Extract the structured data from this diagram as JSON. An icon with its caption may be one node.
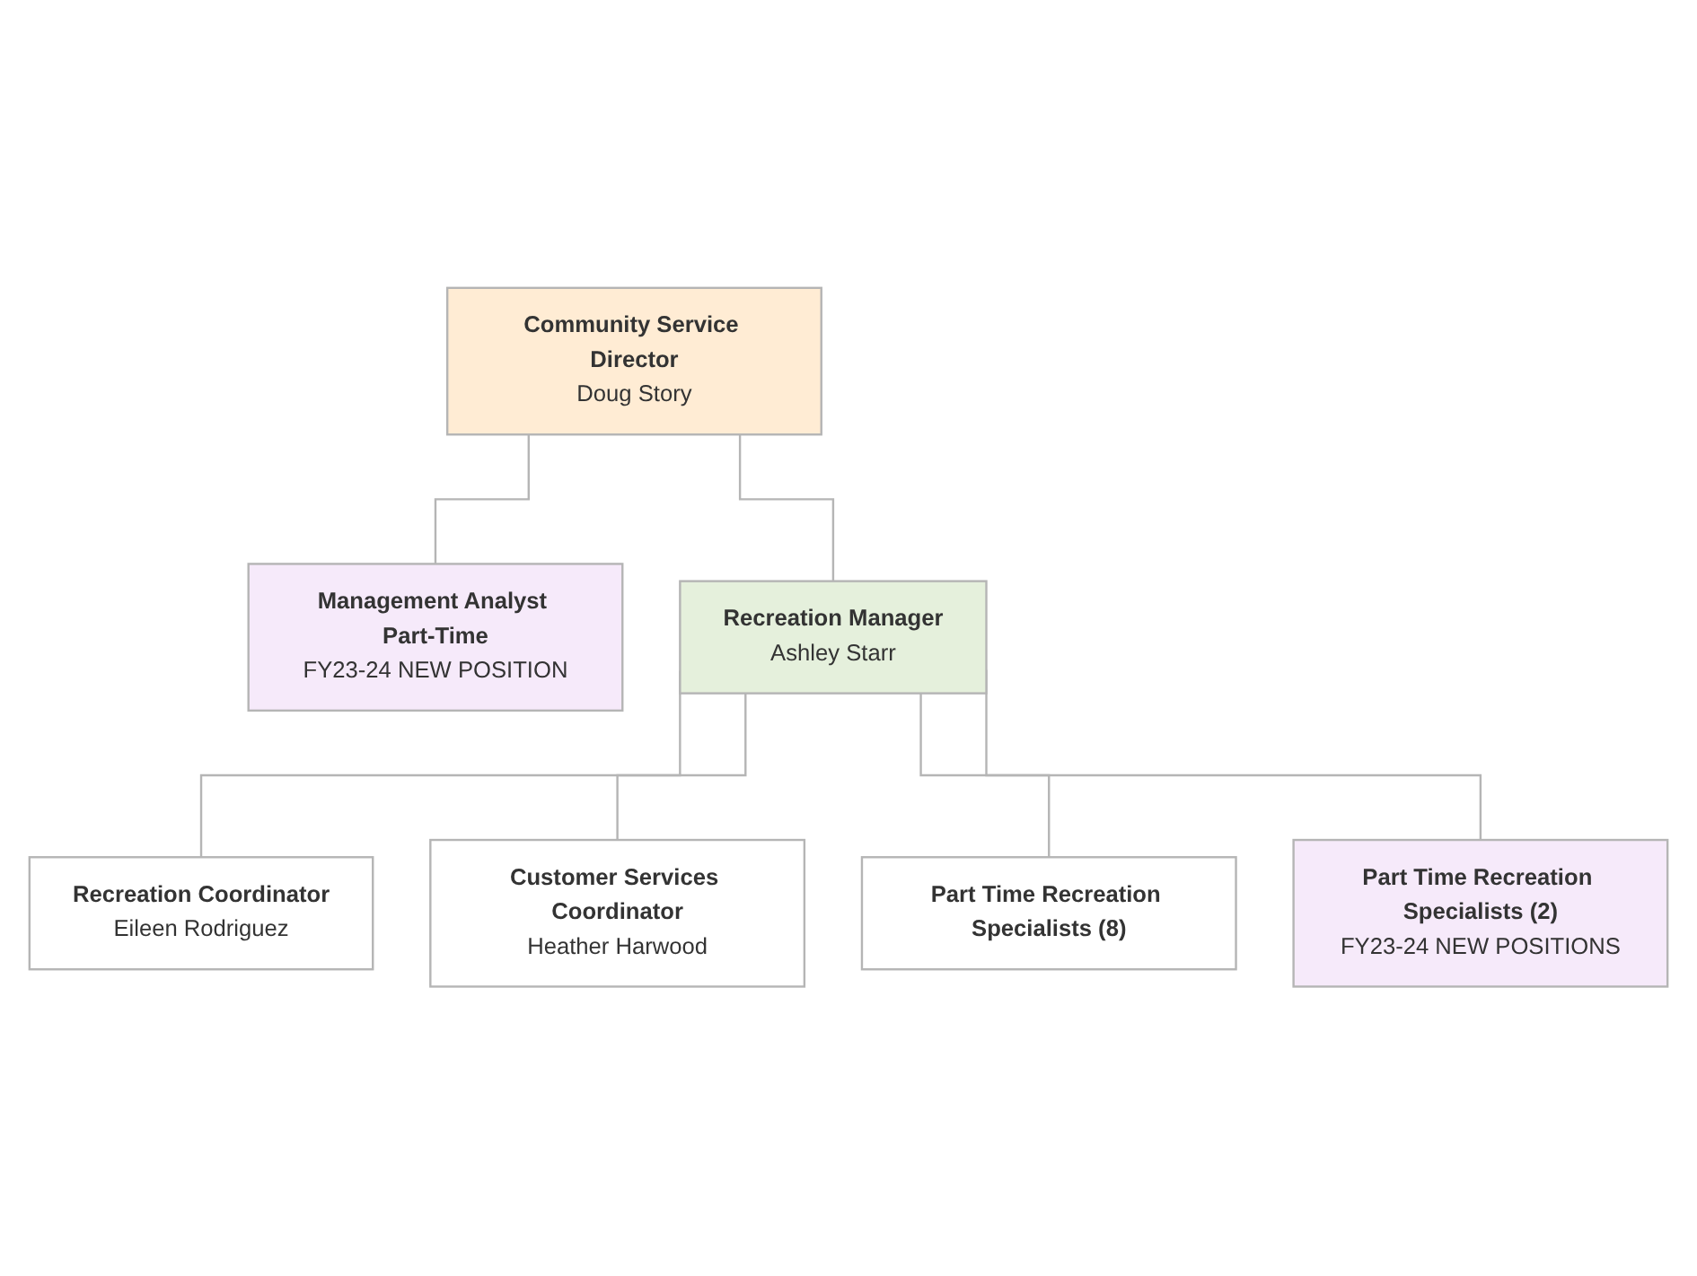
{
  "diagram": {
    "nodes": [
      {
        "text": [
          "Community Service Director",
          "Doug Story"
        ]
      },
      {
        "text": [
          "Management Analyst Part-Time",
          "FY23-24 NEW POSITION"
        ]
      },
      {
        "text": [
          "Recreation Manager",
          "Ashley Starr"
        ]
      },
      {
        "text": [
          "Recreation Coordinator",
          "Eileen Rodriguez"
        ]
      },
      {
        "text": [
          "Customer Services Coordinator",
          "Heather Harwood"
        ]
      },
      {
        "text": [
          "Part Time Recreation Specialists (8)"
        ]
      },
      {
        "text": [
          "Part Time Recreation Specialists (2)",
          "FY23-24 NEW POSITIONS"
        ]
      }
    ],
    "edges": [
      {
        "from": 0,
        "to": 1,
        "arrow": "none"
      },
      {
        "from": 0,
        "to": 2,
        "arrow": "none"
      },
      {
        "from": 2,
        "to": 3,
        "arrow": "none"
      },
      {
        "from": 2,
        "to": 4,
        "arrow": "none"
      },
      {
        "from": 2,
        "to": 5,
        "arrow": "none"
      },
      {
        "from": 2,
        "to": 6,
        "arrow": "none"
      }
    ]
  }
}
